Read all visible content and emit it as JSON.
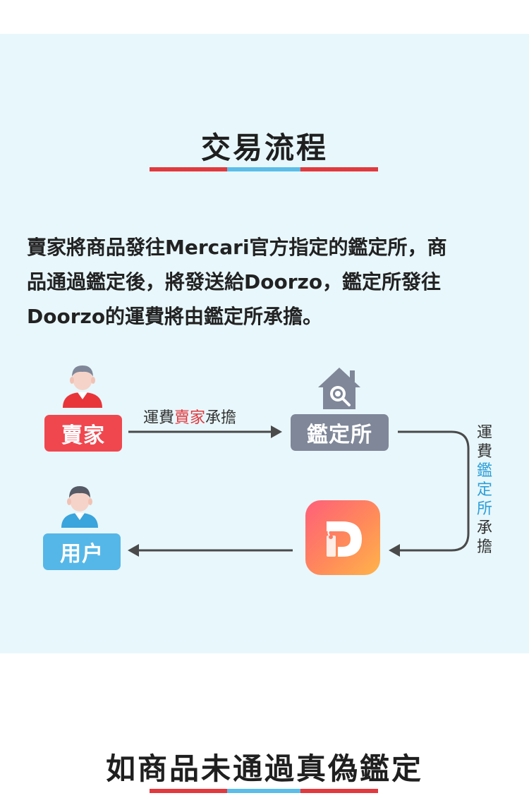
{
  "section1": {
    "title": "交易流程",
    "description_lines": [
      "賣家將商品發往Mercari官方指定的鑑定所，商",
      "品通過鑑定後，將發送給Doorzo，鑑定所發往",
      "Doorzo的運費將由鑑定所承擔。"
    ]
  },
  "diagram": {
    "seller_label": "賣家",
    "agency_label": "鑑定所",
    "user_label": "用户",
    "edge1": {
      "prefix": "運費",
      "highlight": "賣家",
      "suffix": "承擔"
    },
    "edge2_chars": {
      "prefix": [
        "運",
        "費"
      ],
      "highlight": [
        "鑑",
        "定",
        "所"
      ],
      "suffix": [
        "承",
        "擔"
      ]
    }
  },
  "section2": {
    "title": "如商品未通過真偽鑑定"
  },
  "colors": {
    "panel_bg": "#e8f7fb",
    "seller_red": "#f0474f",
    "agency_gray": "#7f8799",
    "user_blue": "#55b7e8",
    "accent_red": "#e2393e",
    "accent_blue": "#5bbde8"
  }
}
